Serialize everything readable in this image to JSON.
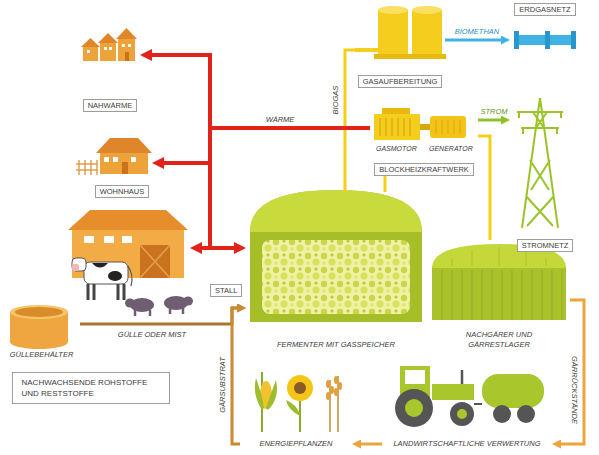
{
  "diagram": {
    "nodes": [
      {
        "text": [
          "NAHWÄRME"
        ]
      },
      {
        "text": [
          "GASAUFBEREITUNG"
        ]
      },
      {
        "text": [
          "ERDGASNETZ"
        ]
      },
      {
        "text": [
          "BLOCKHEIZKRAFTWERK"
        ]
      },
      {
        "text": [
          "WOHNHAUS"
        ]
      },
      {
        "text": [
          "STROMNETZ"
        ]
      },
      {
        "text": [
          "STALL"
        ]
      },
      {
        "text": [
          "FERMENTER MIT GASSPEICHER"
        ]
      },
      {
        "text": [
          "NACHGÄRER UND GÄRRESTLAGER"
        ]
      },
      {
        "text": [
          "GÜLLEBEHÄLTER"
        ]
      },
      {
        "text": [
          "NACHWACHSENDE ROHSTOFFE UND RESTSTOFFE"
        ]
      },
      {
        "text": [
          "ENERGIEPFLANZEN"
        ]
      },
      {
        "text": [
          "LANDWIRTSCHAFTLICHE VERWERTUNG"
        ]
      }
    ],
    "edges": [
      {
        "from": 7,
        "to": 1,
        "label": "BIOGAS",
        "arrow": "none"
      },
      {
        "from": 1,
        "to": 2,
        "label": "BIOMETHAN",
        "arrow": "to"
      },
      {
        "from": 7,
        "to": 3,
        "arrow": "none"
      },
      {
        "from": 8,
        "to": 3,
        "arrow": "none"
      },
      {
        "from": 3,
        "to": 5,
        "label": "STROM",
        "arrow": "to"
      },
      {
        "from": 3,
        "to": 0,
        "label": "WÄRME",
        "arrow": "to"
      },
      {
        "from": 3,
        "to": 4,
        "arrow": "to"
      },
      {
        "from": 3,
        "to": 6,
        "arrow": "to"
      },
      {
        "from": 3,
        "to": 7,
        "arrow": "to"
      },
      {
        "from": 9,
        "to": 7,
        "label": "GÜLLE ODER MIST",
        "arrow": "to"
      },
      {
        "from": 8,
        "to": 12,
        "label": "GÄRRÜCKSTÄNDE",
        "arrow": "to"
      },
      {
        "from": 12,
        "to": 11,
        "arrow": "to"
      },
      {
        "from": 11,
        "to": 7,
        "label": "GÄRSUBSTRAT",
        "arrow": "to"
      }
    ],
    "labels": [
      "GASMOTOR",
      "GENERATOR"
    ]
  }
}
